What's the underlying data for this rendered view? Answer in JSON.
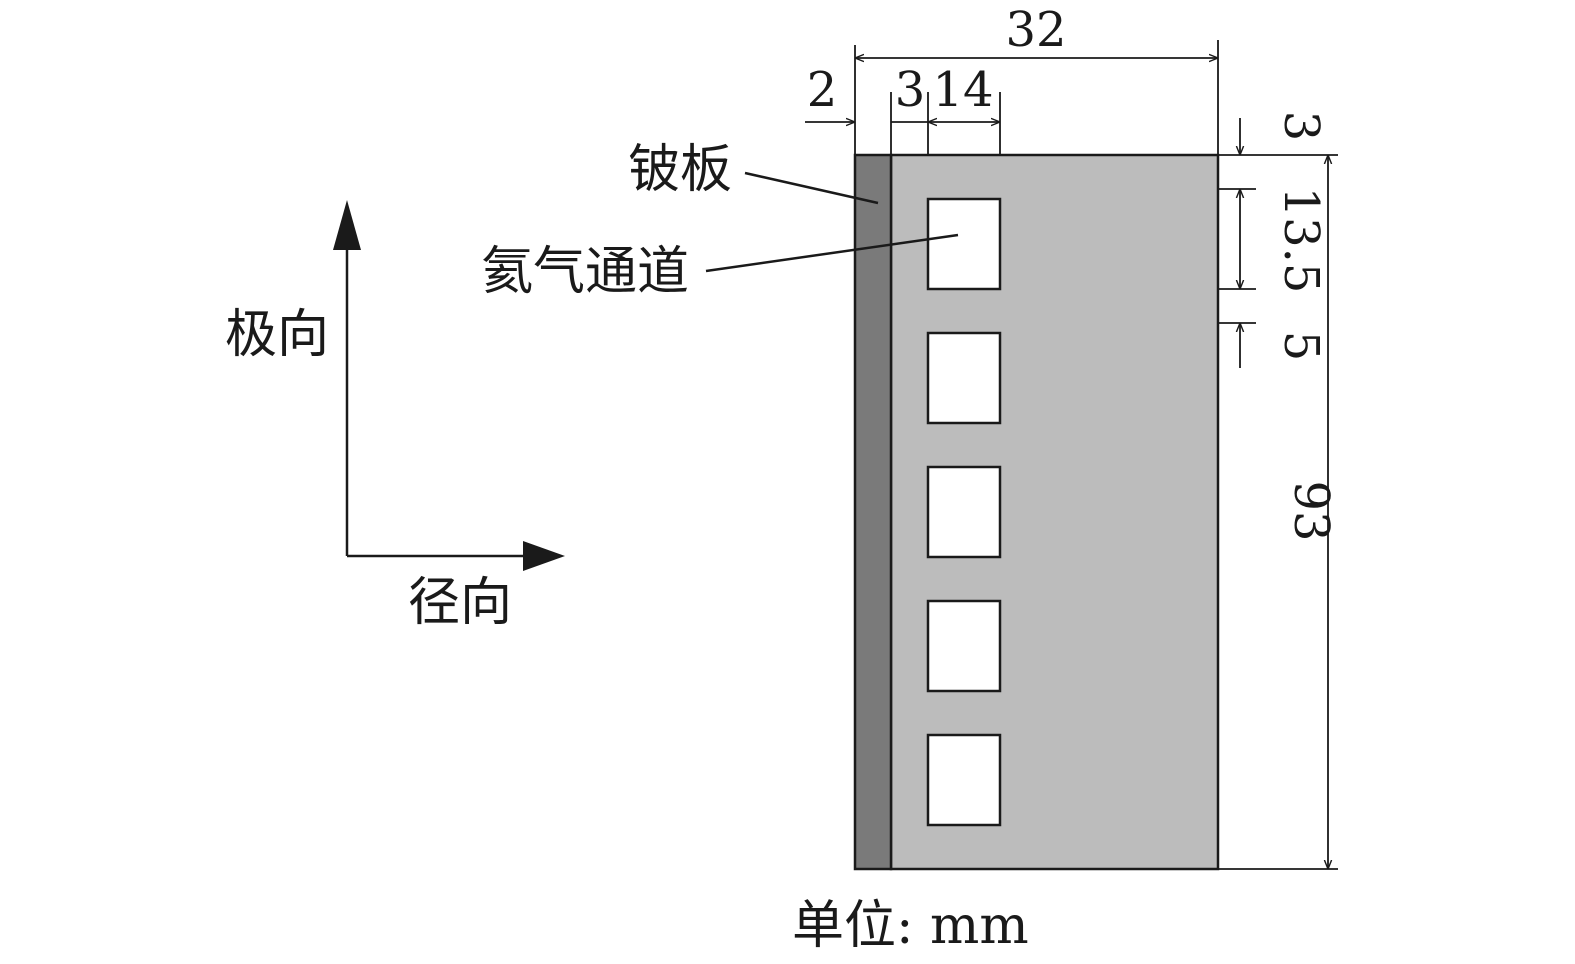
{
  "axes": {
    "vertical_label": "极向",
    "horizontal_label": "径向"
  },
  "callouts": {
    "beryllium_plate": "铍板",
    "helium_channel": "氦气通道"
  },
  "dimensions": {
    "total_width": "32",
    "beryllium_thickness": "2",
    "channel_offset": "3",
    "channel_width": "14",
    "top_gap": "3",
    "channel_height": "13.5",
    "channel_spacing": "5",
    "total_height": "93"
  },
  "unit_label": "单位: mm",
  "channels": {
    "count": 5
  },
  "colors": {
    "beryllium": "#7a7a7a",
    "body": "#bcbcbc",
    "channel": "#ffffff",
    "stroke": "#1a1a1a"
  }
}
